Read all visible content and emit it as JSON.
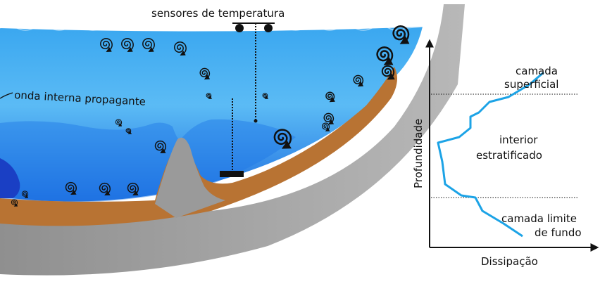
{
  "colors": {
    "water_surface": "#3aa7f0",
    "water_deep": "#1f6ee0",
    "lake_bottom_dark": "#1a3fc4",
    "sediment": "#b87333",
    "rock": "#a0a0a0",
    "profile_line": "#1ca3e6",
    "eddy": "#111111",
    "mooring": "#111111"
  },
  "labels": {
    "sensors": "sensores de temperatura",
    "internal_wave": "onda interna propagante",
    "surface_layer_1": "camada",
    "surface_layer_2": "superficial",
    "interior_1": "interior",
    "interior_2": "estratificado",
    "bottom_layer_1": "camada limite",
    "bottom_layer_2": "de fundo",
    "x_axis": "Dissipação",
    "y_axis": "Profundidade"
  },
  "icons": {
    "eddy": "spiral-eddy-icon",
    "sensor_float": "sensor-float-icon",
    "anchor": "mooring-anchor-icon"
  }
}
